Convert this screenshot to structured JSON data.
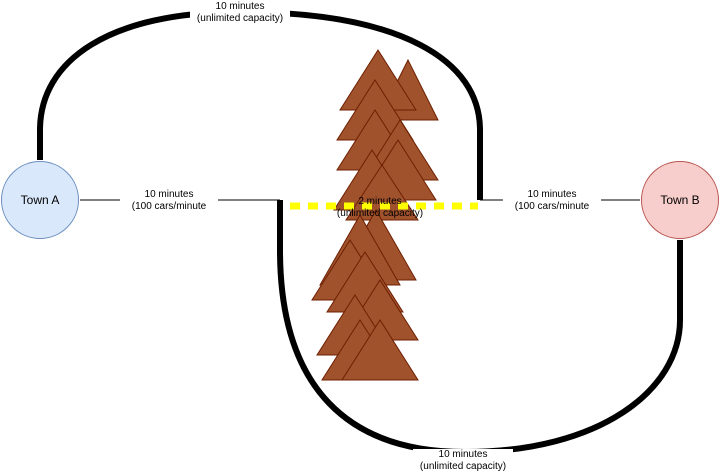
{
  "towns": {
    "a": {
      "label": "Town A",
      "fill": "#dae8fc",
      "stroke": "#6c8ebf"
    },
    "b": {
      "label": "Town B",
      "fill": "#f8cecc",
      "stroke": "#b85450"
    }
  },
  "roads": {
    "top": {
      "line1": "10 minutes",
      "line2": "(unlimited capacity)"
    },
    "left": {
      "line1": "10 minutes",
      "line2": "(100 cars/minute"
    },
    "shortcut": {
      "line1": "2 minutes",
      "line2": "(unlimited capacity)"
    },
    "right": {
      "line1": "10 minutes",
      "line2": "(100 cars/minute"
    },
    "bottom": {
      "line1": "10 minutes",
      "line2": "(unlimited capacity)"
    }
  },
  "colors": {
    "road": "#000000",
    "shortcut": "#ffff00",
    "tree_fill": "#a0522d",
    "tree_stroke": "#6d1f00"
  },
  "icons": {
    "forest": "tree-triangle"
  }
}
